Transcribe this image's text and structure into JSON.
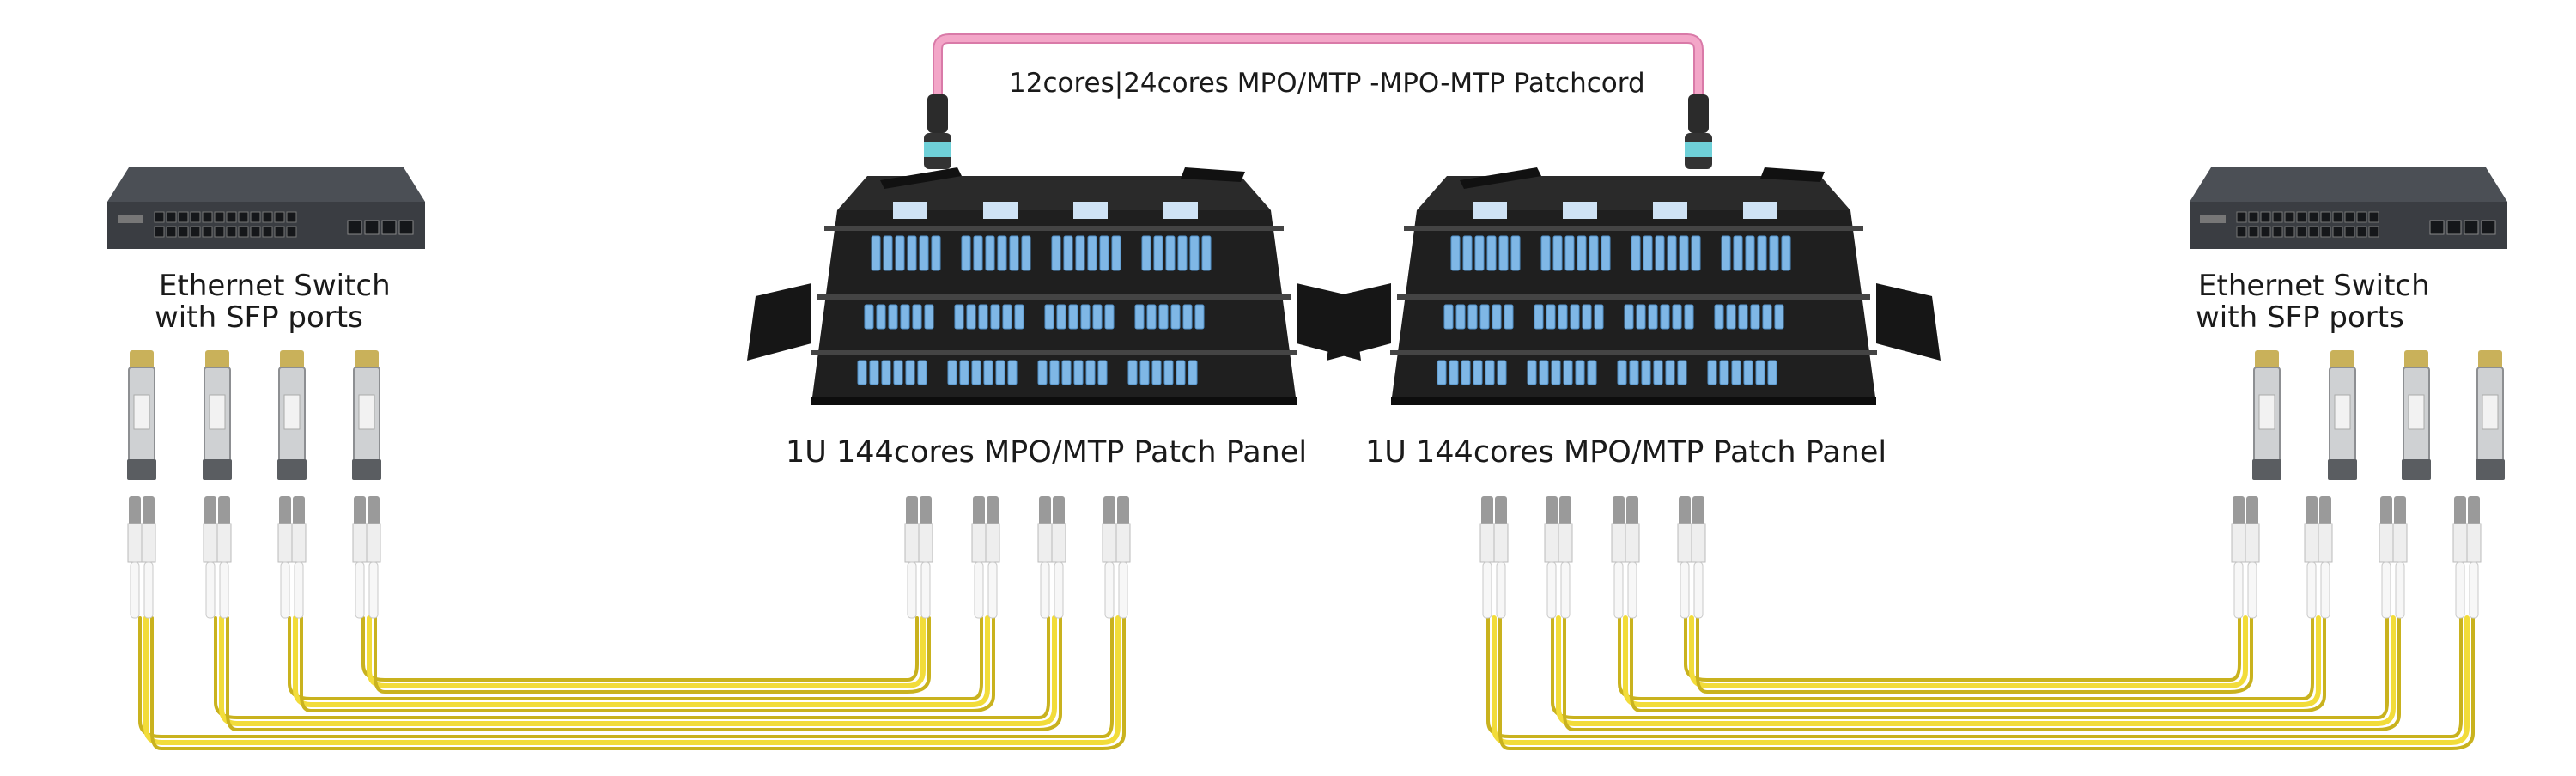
{
  "labels": {
    "patchcord": "12cores|24cores MPO/MTP -MPO-MTP Patchcord",
    "switch_left_line1": "Ethernet  Switch",
    "switch_left_line2": "with SFP ports",
    "switch_right_line1": "Ethernet  Switch",
    "switch_right_line2": "with SFP ports",
    "panel_left": "1U 144cores MPO/MTP Patch Panel",
    "panel_right": "1U 144cores MPO/MTP Patch Panel"
  },
  "colors": {
    "fiber_yellow": "#f2dc3a",
    "fiber_yellow_dark": "#c9b21e",
    "patchcord_pink": "#f3a6c8",
    "mpo_aqua": "#6fd0d8",
    "lc_white": "#eeeeee",
    "lc_gray": "#9a9a9a",
    "panel_black": "#1f1f1f",
    "adapter_blue": "#7fb7e6",
    "switch_dark": "#3a3d42"
  },
  "icons": {
    "switch": "ethernet-switch-icon",
    "sfp": "sfp-module-icon",
    "lc": "lc-connector-icon",
    "mpo": "mpo-connector-icon",
    "panel": "patch-panel-icon"
  }
}
